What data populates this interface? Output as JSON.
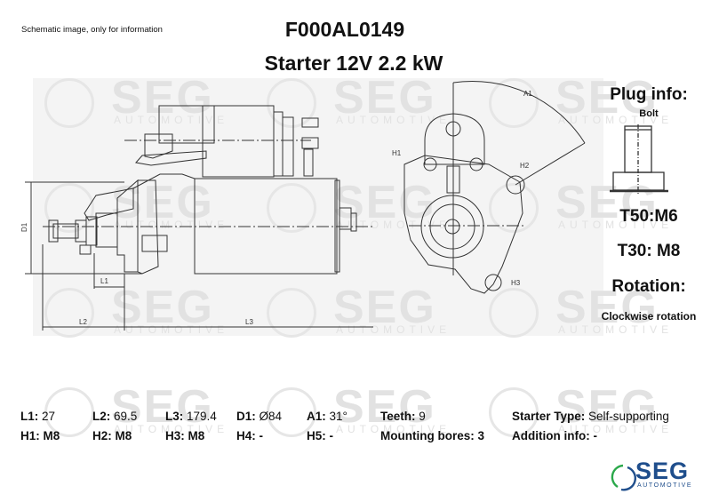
{
  "header": {
    "disclaimer": "Schematic image, only for information",
    "part_number": "F000AL0149",
    "title": "Starter 12V 2.2 kW"
  },
  "drawing": {
    "side_view_labels": {
      "d1": "D1",
      "l1": "L1",
      "l2": "L2",
      "l3": "L3"
    },
    "front_view_labels": {
      "a1": "A1",
      "h1": "H1",
      "h2": "H2",
      "h3": "H3"
    },
    "watermark": {
      "brand": "SEG",
      "sub": "AUTOMOTIVE"
    }
  },
  "plug_info": {
    "title": "Plug info:",
    "type": "Bolt",
    "t50": "T50:M6",
    "t30": "T30: M8"
  },
  "rotation": {
    "title": "Rotation:",
    "value": "Clockwise rotation"
  },
  "specs": {
    "row1": [
      {
        "key": "L1:",
        "value": "27"
      },
      {
        "key": "L2:",
        "value": "69.5"
      },
      {
        "key": "L3:",
        "value": "179.4"
      },
      {
        "key": "D1:",
        "value": "Ø84"
      },
      {
        "key": "A1:",
        "value": "31°"
      },
      {
        "key": "Teeth:",
        "value": "9"
      },
      {
        "key": "Starter Type:",
        "value": " Self-supporting"
      }
    ],
    "row2": [
      {
        "key": "H1:",
        "value": "M8"
      },
      {
        "key": "H2:",
        "value": "M8"
      },
      {
        "key": "H3:",
        "value": "M8"
      },
      {
        "key": "H4:",
        "value": "-"
      },
      {
        "key": "H5:",
        "value": "-"
      },
      {
        "key": "Mounting bores:",
        "value": "3"
      },
      {
        "key": "Addition info:",
        "value": "-"
      }
    ]
  },
  "logo": {
    "brand": "SEG",
    "sub": "AUTOMOTIVE",
    "colors": {
      "brand_blue": "#1f4e8c",
      "ring_green": "#2aa84a"
    }
  }
}
